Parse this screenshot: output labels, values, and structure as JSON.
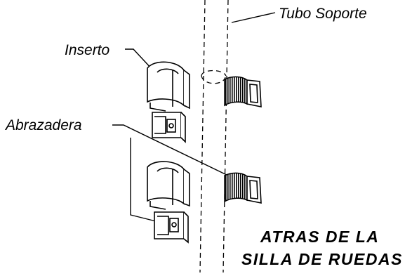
{
  "labels": {
    "tube": "Tubo Soporte",
    "insert": "Inserto",
    "clamp": "Abrazadera",
    "rear_line1": "ATRAS DE LA",
    "rear_line2": "SILLA DE RUEDAS"
  },
  "colors": {
    "line": "#000000",
    "background": "#ffffff",
    "fill": "#ffffff"
  }
}
